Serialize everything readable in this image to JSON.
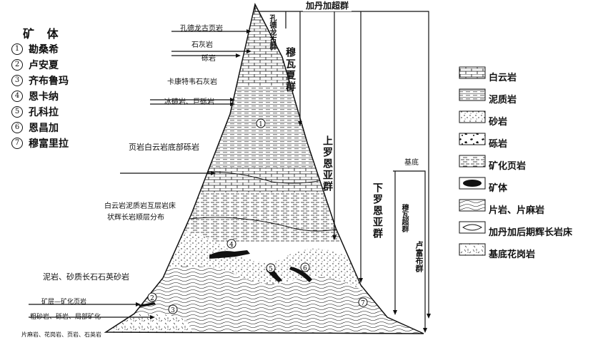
{
  "ore_bodies": {
    "title": "矿 体",
    "items": [
      {
        "num": "1",
        "name": "勘桑希"
      },
      {
        "num": "2",
        "name": "卢安夏"
      },
      {
        "num": "3",
        "name": "齐布鲁玛"
      },
      {
        "num": "4",
        "name": "恩卡纳"
      },
      {
        "num": "5",
        "name": "孔科拉"
      },
      {
        "num": "6",
        "name": "恩昌加"
      },
      {
        "num": "7",
        "name": "穆富里拉"
      }
    ]
  },
  "strata_labels": {
    "kundelungu_shale": "孔德龙古页岩",
    "limestone": "石灰岩",
    "conglomerate": "砾岩",
    "kakontwe_limestone": "卡康特韦石灰岩",
    "tillite_conglomerate": "冰碛岩、巨砾岩",
    "shale_dolomite_basal": "页岩白云岩底部砾岩",
    "interbedded_line1": "白云岩泥质岩互层岩床",
    "interbedded_line2": "状辉长岩顺层分布",
    "mudstone_sandstone": "泥岩、砂质长石石英砂岩",
    "ore_layer_shale": "矿层—矿化页岩",
    "coarse_sandstone": "粗砂岩、砾岩、局部矿化",
    "basement_rocks": "片麻岩、花岗岩、页岩、石英岩"
  },
  "groups": {
    "katanga": "加丹加超群",
    "kundelungu": "孔德龙古群",
    "mwashia": "穆瓦夏群",
    "upper_roan": "上罗恩亚群",
    "lower_roan": "下罗恩亚群",
    "muva": "穆瓦超群",
    "lufubu": "卢富布群",
    "basement": "基底"
  },
  "legend": [
    {
      "label": "白云岩",
      "pattern": "dolomite"
    },
    {
      "label": "泥质岩",
      "pattern": "argillite"
    },
    {
      "label": "砂岩",
      "pattern": "sandstone"
    },
    {
      "label": "砾岩",
      "pattern": "conglomerate"
    },
    {
      "label": "矿化页岩",
      "pattern": "mineralized-shale"
    },
    {
      "label": "矿体",
      "pattern": "orebody"
    },
    {
      "label": "片岩、片麻岩",
      "pattern": "schist"
    },
    {
      "label": "加丹加后期辉长岩床",
      "pattern": "gabbro-sill"
    },
    {
      "label": "基底花岗岩",
      "pattern": "granite"
    }
  ],
  "colors": {
    "ink": "#111111",
    "ore": "#111111",
    "background": "#ffffff"
  }
}
